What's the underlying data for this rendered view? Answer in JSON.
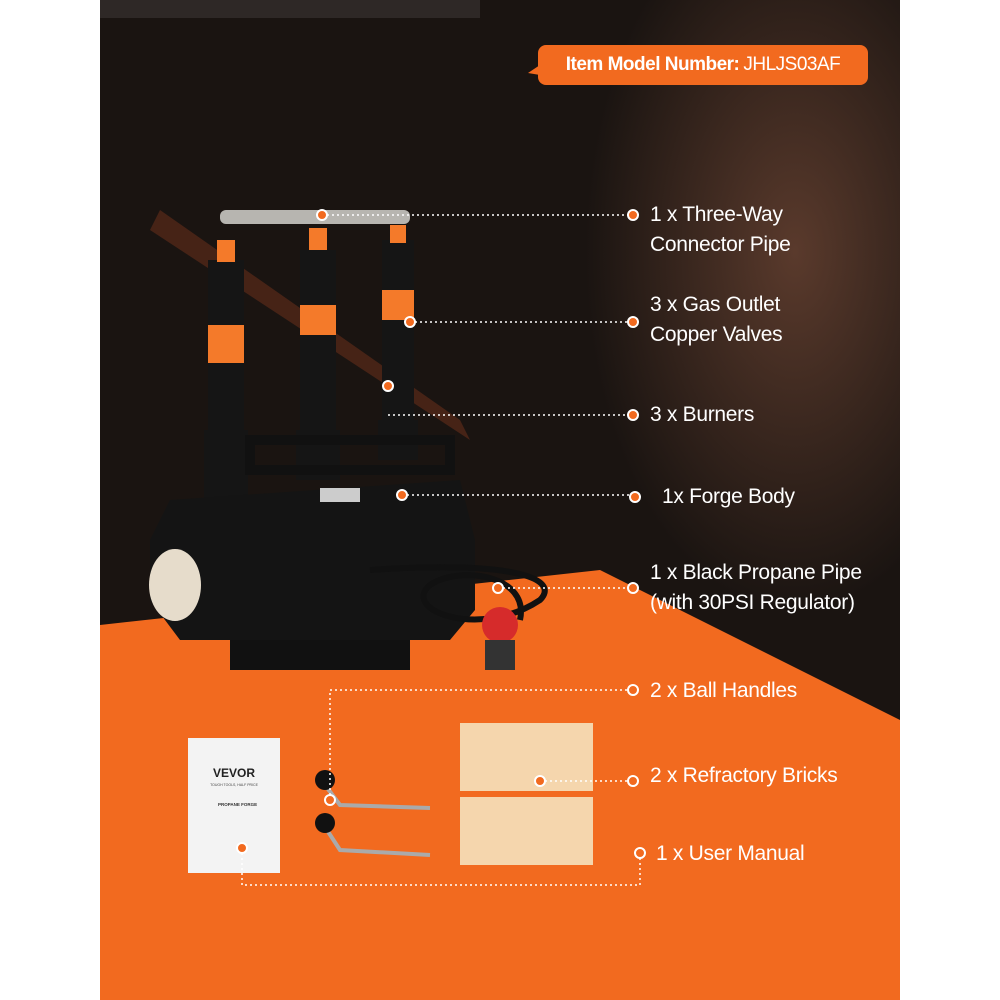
{
  "badge": {
    "label": "Item Model Number:",
    "value": "JHLJS03AF"
  },
  "parts": [
    {
      "text": "1 x Three-Way Connector Pipe",
      "line1": "1 x Three-Way",
      "line2": "Connector Pipe"
    },
    {
      "text": "3 x Gas Outlet Copper Valves",
      "line1": "3 x Gas Outlet",
      "line2": "Copper Valves"
    },
    {
      "text": "3 x Burners",
      "line1": "3 x Burners"
    },
    {
      "text": "1x Forge Body",
      "line1": "1x Forge Body"
    },
    {
      "text": "1 x Black Propane Pipe (with 30PSI Regulator)",
      "line1": "1 x Black Propane Pipe",
      "line2": "(with 30PSI Regulator)"
    },
    {
      "text": "2 x Ball Handles",
      "line1": "2 x Ball Handles"
    },
    {
      "text": "2 x Refractory Bricks",
      "line1": "2 x Refractory Bricks"
    },
    {
      "text": "1 x User Manual",
      "line1": "1 x User Manual"
    }
  ],
  "manual": {
    "brand": "VEVOR",
    "tagline": "TOUGH TOOLS, HALF PRICE",
    "title": "PROPANE FORGE"
  },
  "colors": {
    "accent": "#f26a1f",
    "background": "#1a1411"
  }
}
